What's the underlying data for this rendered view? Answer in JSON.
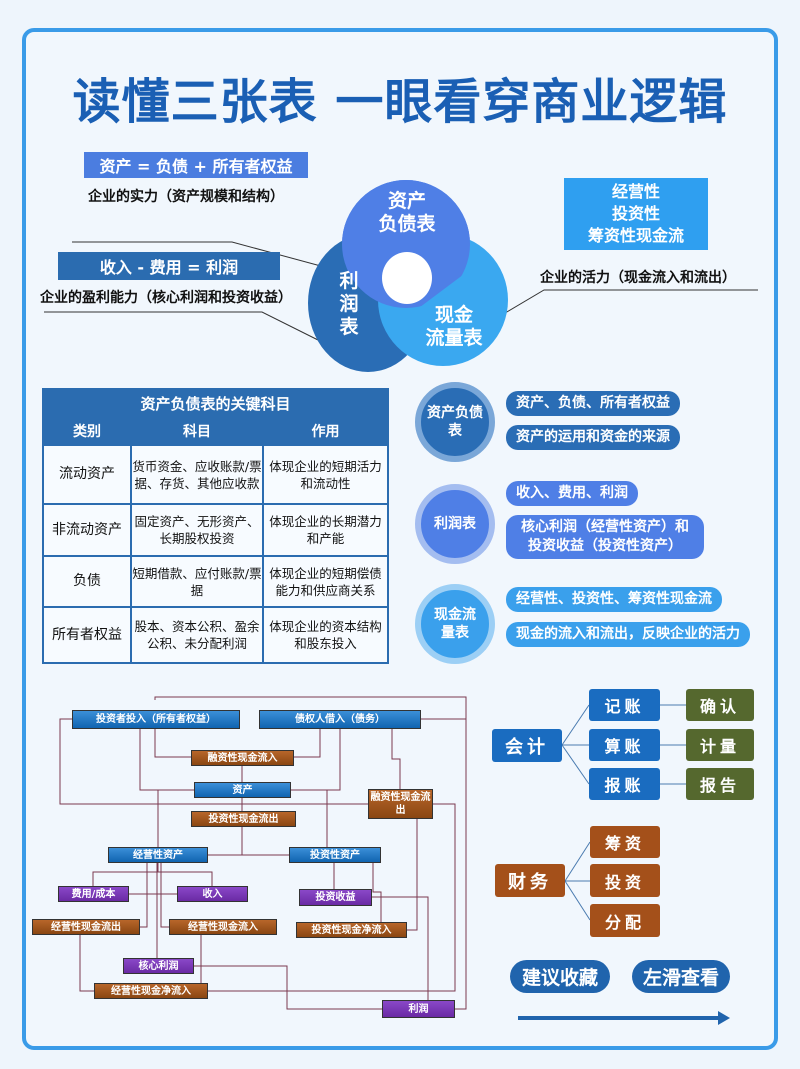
{
  "title": "读懂三张表 一眼看穿商业逻辑",
  "venn": {
    "balance": {
      "label_line1": "资产",
      "label_line2": "负债表",
      "formula": "资产 = 负债 + 所有者权益",
      "desc": "企业的实力（资产规模和结构）"
    },
    "income": {
      "label_line1": "利",
      "label_line2": "润",
      "label_line3": "表",
      "formula": "收入 - 费用 = 利润",
      "desc": "企业的盈利能力（核心利润和投资收益）"
    },
    "cash": {
      "label_line1": "现金",
      "label_line2": "流量表",
      "types": [
        "经营性",
        "投资性",
        "筹资性现金流"
      ],
      "desc": "企业的活力（现金流入和流出）"
    },
    "colors": {
      "balance": "#4f7fe6",
      "income": "#2a6db5",
      "cash": "#3aa8f0"
    }
  },
  "table": {
    "title": "资产负债表的关键科目",
    "headers": [
      "类别",
      "科目",
      "作用"
    ],
    "rows": [
      [
        "流动资产",
        "货币资金、应收账款/票据、存货、其他应收款",
        "体现企业的短期活力和流动性"
      ],
      [
        "非流动资产",
        "固定资产、无形资产、长期股权投资",
        "体现企业的长期潜力和产能"
      ],
      [
        "负债",
        "短期借款、应付账款/票据",
        "体现企业的短期偿债能力和供应商关系"
      ],
      [
        "所有者权益",
        "股本、资本公积、盈余公积、未分配利润",
        "体现企业的资本结构和股东投入"
      ]
    ]
  },
  "summary": [
    {
      "circle": "资产负债表",
      "items": [
        "资产、负债、所有者权益",
        "资产的运用和资金的来源"
      ]
    },
    {
      "circle": "利润表",
      "items": [
        "收入、费用、利润",
        "核心利润（经营性资产）和投资收益（投资性资产）"
      ]
    },
    {
      "circle": "现金流量表",
      "items": [
        "经营性、投资性、筹资性现金流",
        "现金的流入和流出，反映企业的活力"
      ]
    }
  ],
  "flow": {
    "investor": "投资者投入（所有者权益）",
    "creditor": "债权人借入（债务）",
    "fin_in": "融资性现金流入",
    "assets": "资产",
    "fin_out": "融资性现金流出",
    "inv_out": "投资性现金流出",
    "op_assets": "经营性资产",
    "inv_assets": "投资性资产",
    "cost": "费用/成本",
    "revenue": "收入",
    "inv_income": "投资收益",
    "op_out": "经营性现金流出",
    "op_in": "经营性现金流入",
    "inv_net": "投资性现金净流入",
    "core_profit": "核心利润",
    "op_net": "经营性现金净流入",
    "profit": "利润"
  },
  "accounting": {
    "root": "会计",
    "mid": [
      "记账",
      "算账",
      "报账"
    ],
    "right": [
      "确认",
      "计量",
      "报告"
    ]
  },
  "finance": {
    "root": "财务",
    "items": [
      "筹资",
      "投资",
      "分配"
    ]
  },
  "buttons": {
    "save": "建议收藏",
    "swipe": "左滑查看"
  }
}
